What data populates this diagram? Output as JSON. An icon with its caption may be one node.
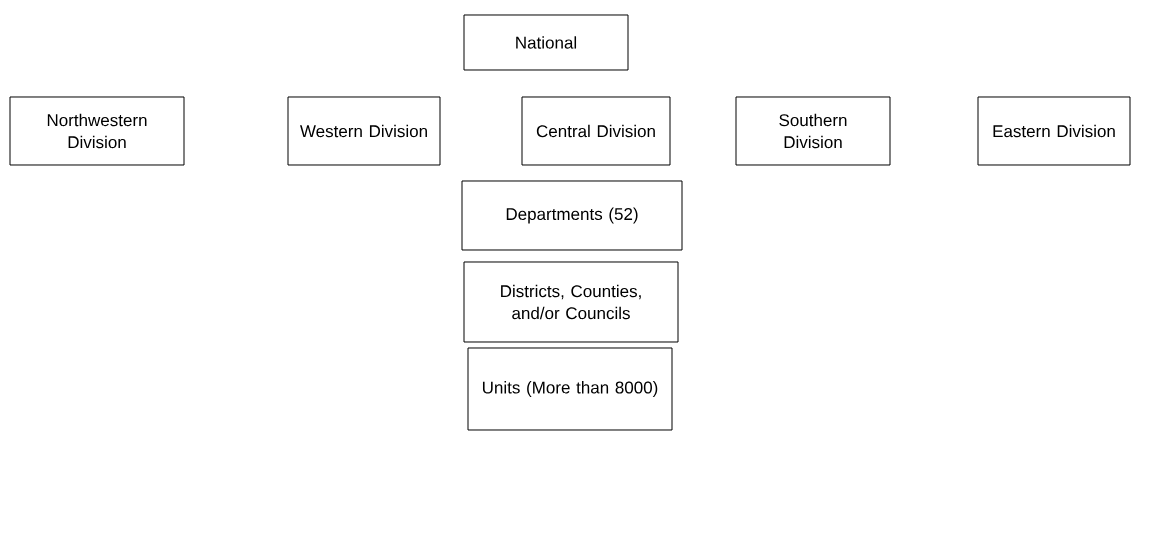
{
  "diagram": {
    "nodes": [
      {
        "text": [
          "National"
        ]
      },
      {
        "text": [
          "Northwestern Division"
        ]
      },
      {
        "text": [
          "Western Division"
        ]
      },
      {
        "text": [
          "Central Division"
        ]
      },
      {
        "text": [
          "Southern Division"
        ]
      },
      {
        "text": [
          "Eastern Division"
        ]
      },
      {
        "text": [
          "Departments (52)"
        ]
      },
      {
        "text": [
          "Districts, Counties, and/or Councils"
        ]
      },
      {
        "text": [
          "Units (More than 8000)"
        ]
      }
    ]
  }
}
